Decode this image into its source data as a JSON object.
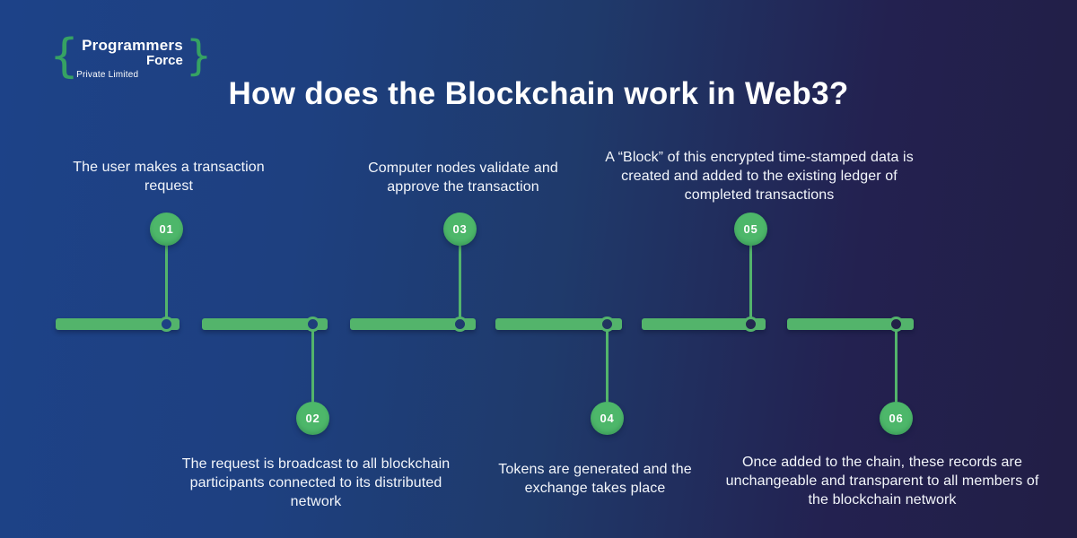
{
  "logo": {
    "brace_left": "{",
    "brace_right": "}",
    "line1": "Programmers",
    "line2": "Force",
    "line3": "Private Limited"
  },
  "title": "How does the Blockchain work in Web3?",
  "colors": {
    "background_left": "#1d4288",
    "background_right": "#211e44",
    "timeline_green": "#53b46b",
    "badge_green": "#4db76a",
    "logo_green": "#36a263",
    "text_color": "#f3f6fb"
  },
  "steps": [
    {
      "number": "01",
      "position": "above",
      "description": "The user makes a transaction request"
    },
    {
      "number": "02",
      "position": "below",
      "description": "The request is broadcast to all blockchain participants connected to its distributed network"
    },
    {
      "number": "03",
      "position": "above",
      "description": "Computer nodes validate and approve the transaction"
    },
    {
      "number": "04",
      "position": "below",
      "description": "Tokens are generated and the exchange takes place"
    },
    {
      "number": "05",
      "position": "above",
      "description": "A “Block” of this encrypted time‑stamped data is created and added to the existing ledger of completed transactions"
    },
    {
      "number": "06",
      "position": "below",
      "description": "Once added to the chain, these records are unchangeable and transparent to all members of the blockchain network"
    }
  ]
}
